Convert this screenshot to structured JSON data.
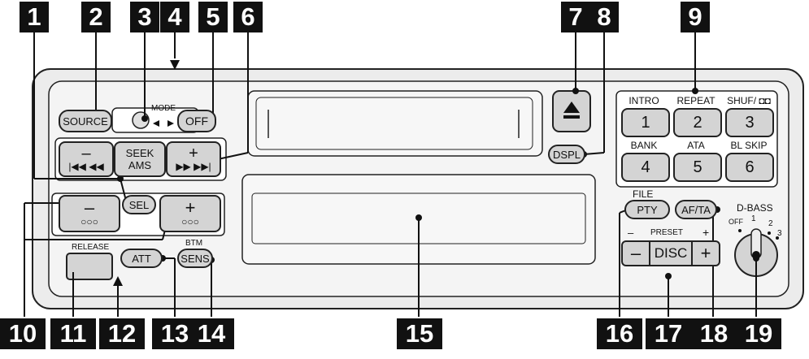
{
  "callouts": [
    "1",
    "2",
    "3",
    "4",
    "5",
    "6",
    "7",
    "8",
    "9",
    "10",
    "11",
    "12",
    "13",
    "14",
    "15",
    "16",
    "17",
    "18",
    "19"
  ],
  "buttons": {
    "source": "SOURCE",
    "mode": "MODE",
    "off": "OFF",
    "seek": "SEEK",
    "ams": "AMS",
    "minus": "–",
    "plus": "+",
    "prev_symbols": "|◀◀ ◀◀",
    "next_symbols": "▶▶ ▶▶|",
    "sel": "SEL",
    "circles": "○○○",
    "release": "RELEASE",
    "att": "ATT",
    "btm": "BTM",
    "sens": "SENS",
    "eject": "⏏",
    "dspl": "DSPL",
    "file": "FILE",
    "pty": "PTY",
    "af_ta": "AF/TA",
    "preset": "PRESET",
    "disc": "DISC",
    "dbass": "D-BASS",
    "dbass_off": "OFF",
    "dbass_1": "1",
    "dbass_2": "2",
    "dbass_3": "3"
  },
  "presets": [
    {
      "top": "INTRO",
      "num": "1"
    },
    {
      "top": "REPEAT",
      "num": "2"
    },
    {
      "top": "SHUF/ ◘◘",
      "num": "3"
    },
    {
      "top": "BANK",
      "num": "4"
    },
    {
      "top": "ATA",
      "num": "5"
    },
    {
      "top": "BL SKIP",
      "num": "6"
    }
  ],
  "colors": {
    "panel": "#e8e8e8",
    "button": "#d4d4d4",
    "line": "#222222",
    "callout_bg": "#111111",
    "callout_fg": "#ffffff"
  }
}
